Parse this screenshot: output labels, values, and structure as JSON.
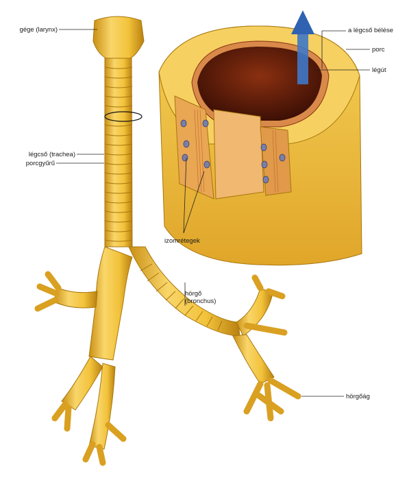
{
  "labels": {
    "larynx": "gége (larynx)",
    "trachea": "légcső (trachea)",
    "cartilage_ring": "porcgyűrű",
    "muscle_layers": "izomrétegek",
    "bronchus_line1": "hörgő",
    "bronchus_line2": "(bronchus)",
    "bronchiole": "hörgőág",
    "lining": "a légcső bélése",
    "cartilage": "porc",
    "airway": "légút"
  },
  "colors": {
    "tissue": "#f2c23a",
    "tissue_dark": "#c98f14",
    "tissue_light": "#f9dc7a",
    "lumen": "#5a1c08",
    "muscle": "#d98a4a",
    "arrow": "#3f78c8",
    "leader": "#222222"
  },
  "icons": {
    "airflow": "up-arrow-icon"
  }
}
